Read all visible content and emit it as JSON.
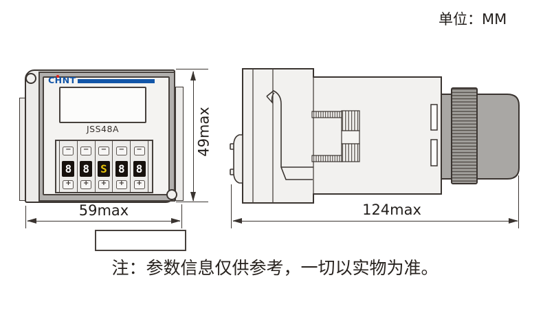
{
  "page": {
    "unit_label": "单位：MM",
    "note": "注：参数信息仅供参考，一切以实物为准。"
  },
  "front_view": {
    "brand": "CHNT",
    "model": "JSS48A",
    "display_digits": [
      "8",
      "8",
      "S",
      "8",
      "8"
    ],
    "button_minus": "−",
    "button_plus": "+",
    "dim_width": "59max",
    "dim_height": "49max"
  },
  "side_view": {
    "dim_length": "124max"
  },
  "colors": {
    "brand_blue": "#1356a8",
    "logo_red": "#e2231a",
    "digit_bg": "#17110d",
    "digit_text": "#ffffff",
    "digit_selected_text": "#e8c40a",
    "line_dark": "#3a3430",
    "bezel_gray": "#b2b0ae",
    "body_light": "#f1f0ee",
    "connector_gray": "#a8a6a3"
  }
}
